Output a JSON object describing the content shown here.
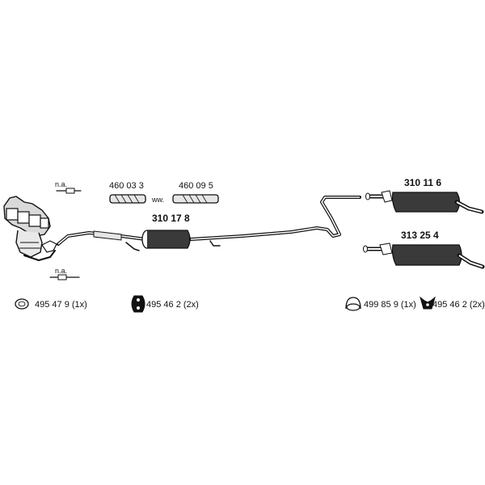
{
  "labels": {
    "na_top": "n.a.",
    "na_bottom": "n.a.",
    "flex_1": "460 03 3",
    "flex_separator": "ww.",
    "flex_2": "460 09 5",
    "middle_muffler": "310 17 8",
    "rear_muffler_1": "310 11 6",
    "rear_muffler_2": "313 25 4"
  },
  "accessories": {
    "ring_left": "495 47 9 (1x)",
    "hanger_left": "495 46 2 (2x)",
    "ring_right": "499 85 9 (1x)",
    "hanger_right": "495 46 2 (2x)"
  },
  "icons": {
    "ring": "sealing-ring-icon",
    "hanger": "rubber-hanger-icon"
  },
  "colors": {
    "line": "#111111",
    "muffler_fill": "#3a3a3a",
    "light_fill": "#e6e6e6"
  }
}
